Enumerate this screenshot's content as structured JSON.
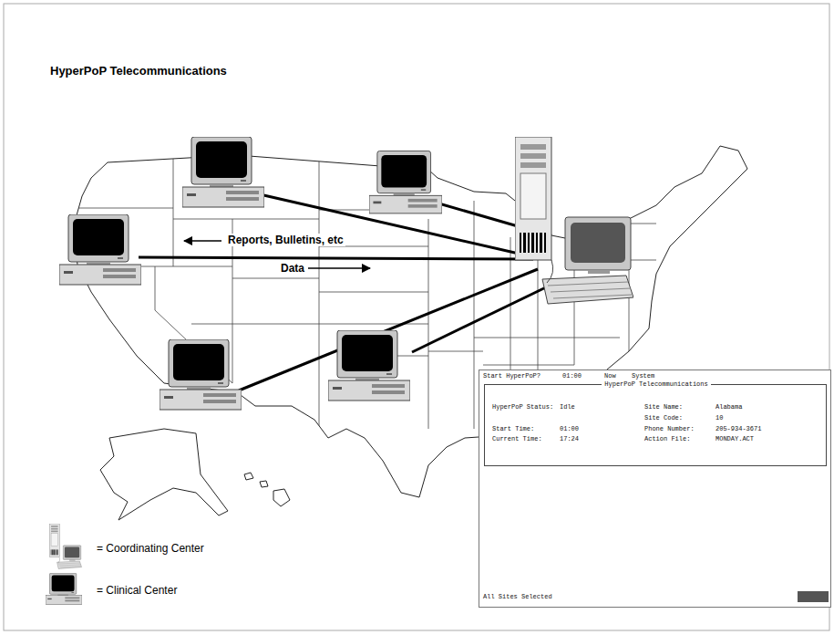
{
  "diagram": {
    "title": "HyperPoP Telecommunications",
    "nodes": [
      {
        "text": [
          "Start HyperPoP?",
          "01:00",
          "Now",
          "System",
          "All Sites Selected"
        ]
      },
      {
        "text": [
          "HyperPoP Telecommunications",
          "HyperPoP Status:",
          "Idle",
          "Site Name:",
          "Alabama",
          "Site Code:",
          "10",
          "Start Time:",
          "01:00",
          "Phone Number:",
          "205-934-3671",
          "Current Time:",
          "17:24",
          "Action File:",
          "MONDAY.ACT"
        ],
        "in": 0
      }
    ],
    "labels": [
      "Reports, Bulletins, etc",
      "Data"
    ],
    "legend": [
      {
        "text": "= Coordinating Center"
      },
      {
        "text": "= Clinical Center"
      }
    ]
  }
}
